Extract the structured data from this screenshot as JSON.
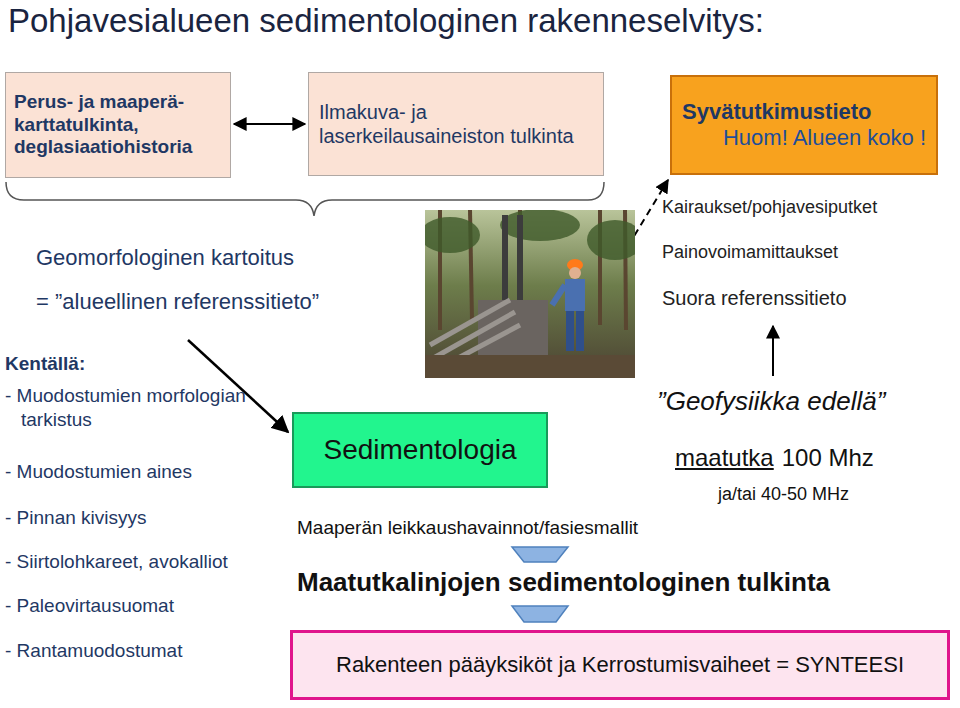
{
  "diagram": {
    "title": "Pohjavesialueen sedimentologinen rakenneselvitys:",
    "nodes": [
      {
        "text": [
          "Perus- ja maaperä- karttatulkinta, deglasiaatiohistoria"
        ]
      },
      {
        "text": [
          "Ilmakuva- ja laserkeilausaineiston tulkinta"
        ]
      },
      {
        "text": [
          "Syvätutkimustieto",
          "Huom! Alueen koko !"
        ]
      },
      {
        "text": [
          "Sedimentologia"
        ]
      },
      {
        "text": [
          "Rakenteen pääyksiköt ja Kerrostumisvaiheet = SYNTEESI"
        ]
      }
    ],
    "edges": [
      {
        "from": 0,
        "to": 1,
        "arrow": "both"
      }
    ],
    "labels": [
      "Geomorfologinen kartoitus",
      "= ”alueellinen referenssitieto”",
      "Kairaukset/pohjavesiputket",
      "Painovoimamittaukset",
      "Suora referenssitieto",
      "Kentällä:",
      "- Muodostumien morfologian tarkistus",
      "- Muodostumien aines",
      "- Pinnan kivisyys",
      "- Siirtolohkareet, avokalliot",
      "- Paleovirtausuomat",
      "- Rantamuodostumat",
      "”Geofysiikka edellä”",
      "maatutka",
      "100 Mhz",
      "ja/tai 40-50 MHz",
      "Maaperän leikkaushavainnot/fasiesmallit",
      "Maatutkalinjojen sedimentologinen tulkinta"
    ]
  }
}
